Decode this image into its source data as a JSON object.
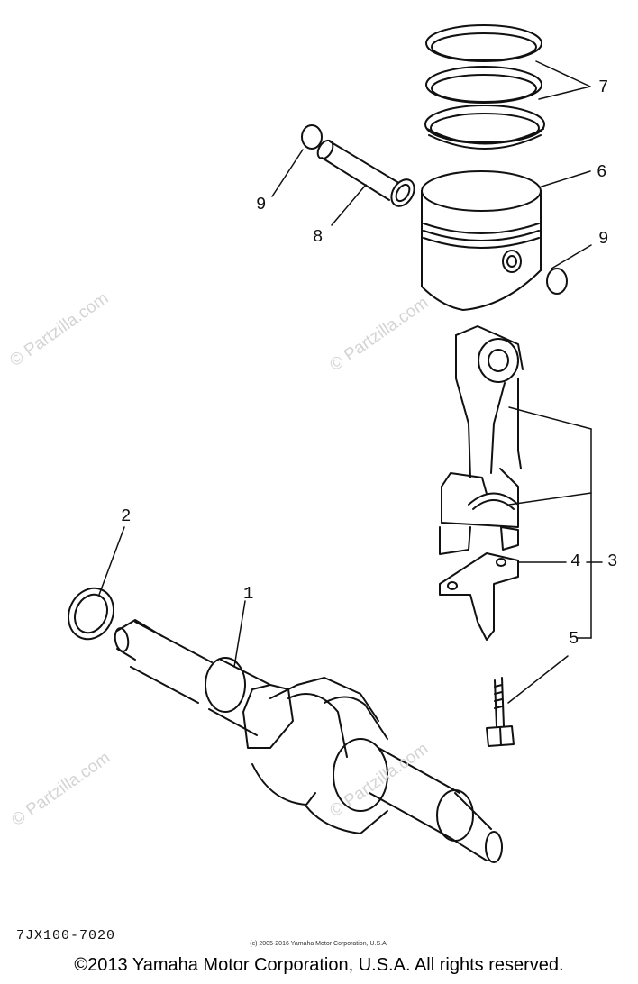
{
  "watermark": "© Partzilla.com",
  "callouts": {
    "c1": "1",
    "c2": "2",
    "c3": "3",
    "c4": "4",
    "c5": "5",
    "c6": "6",
    "c7": "7",
    "c8": "8",
    "c9a": "9",
    "c9b": "9"
  },
  "diagram_code": "7JX100-7020",
  "small_copyright": "(c) 2005-2016 Yamaha Motor Corporation, U.S.A.",
  "footer": "©2013 Yamaha Motor Corporation, U.S.A. All rights reserved.",
  "colors": {
    "ink": "#111111",
    "watermark": "#d4d4d4",
    "background": "#ffffff"
  }
}
